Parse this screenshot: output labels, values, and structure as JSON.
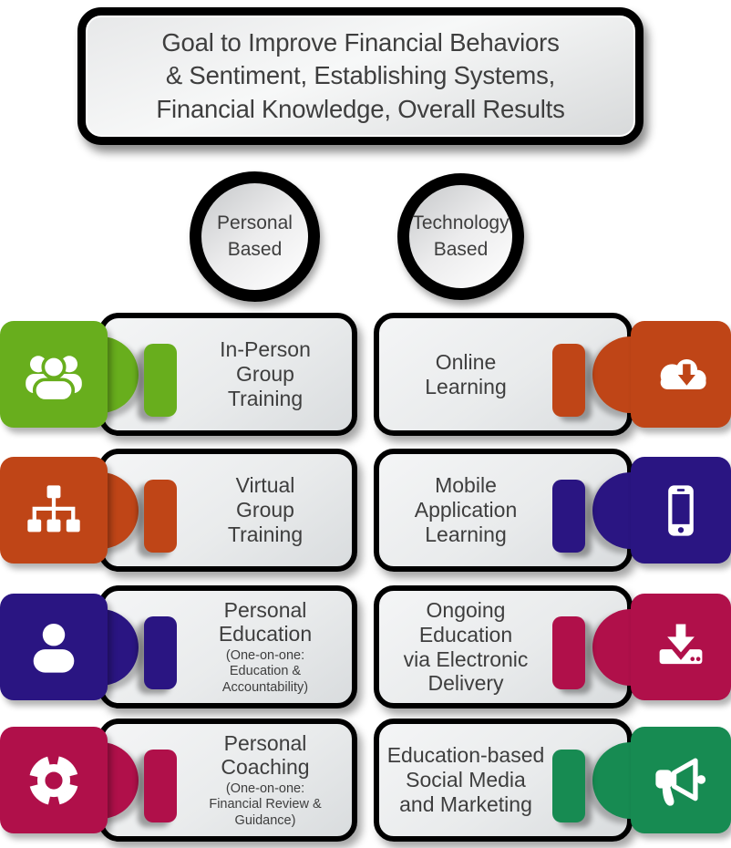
{
  "goal": {
    "text": "Goal to Improve Financial Behaviors\n& Sentiment, Establishing Systems,\nFinancial Knowledge, Overall Results"
  },
  "categories": {
    "personal": {
      "label": "Personal\nBased"
    },
    "technology": {
      "label": "Technology\nBased"
    }
  },
  "colors": {
    "apple_green": "#68ae1d",
    "burnt_orange": "#bf4517",
    "indigo": "#2a1582",
    "crimson": "#b0104a",
    "emerald": "#178b52",
    "card_border": "#000000",
    "text": "#3e3e3e"
  },
  "rows": [
    {
      "side": "left",
      "icon": "users-icon",
      "color": "#68ae1d",
      "title": "In-Person\nGroup\nTraining",
      "subtitle": ""
    },
    {
      "side": "left",
      "icon": "sitemap-icon",
      "color": "#bf4517",
      "title": "Virtual\nGroup\nTraining",
      "subtitle": ""
    },
    {
      "side": "left",
      "icon": "user-icon",
      "color": "#2a1582",
      "title": "Personal\nEducation",
      "subtitle": "(One-on-one:\nEducation &\nAccountability)"
    },
    {
      "side": "left",
      "icon": "life-ring-icon",
      "color": "#b0104a",
      "title": "Personal\nCoaching",
      "subtitle": "(One-on-one:\nFinancial Review &\nGuidance)"
    },
    {
      "side": "right",
      "icon": "cloud-download-icon",
      "color": "#bf4517",
      "title": "Online\nLearning",
      "subtitle": ""
    },
    {
      "side": "right",
      "icon": "smartphone-icon",
      "color": "#2a1582",
      "title": "Mobile\nApplication\nLearning",
      "subtitle": ""
    },
    {
      "side": "right",
      "icon": "download-tray-icon",
      "color": "#b0104a",
      "title": "Ongoing\nEducation\nvia Electronic\nDelivery",
      "subtitle": ""
    },
    {
      "side": "right",
      "icon": "megaphone-icon",
      "color": "#178b52",
      "title": "Education-based\nSocial Media\nand Marketing",
      "subtitle": ""
    }
  ]
}
